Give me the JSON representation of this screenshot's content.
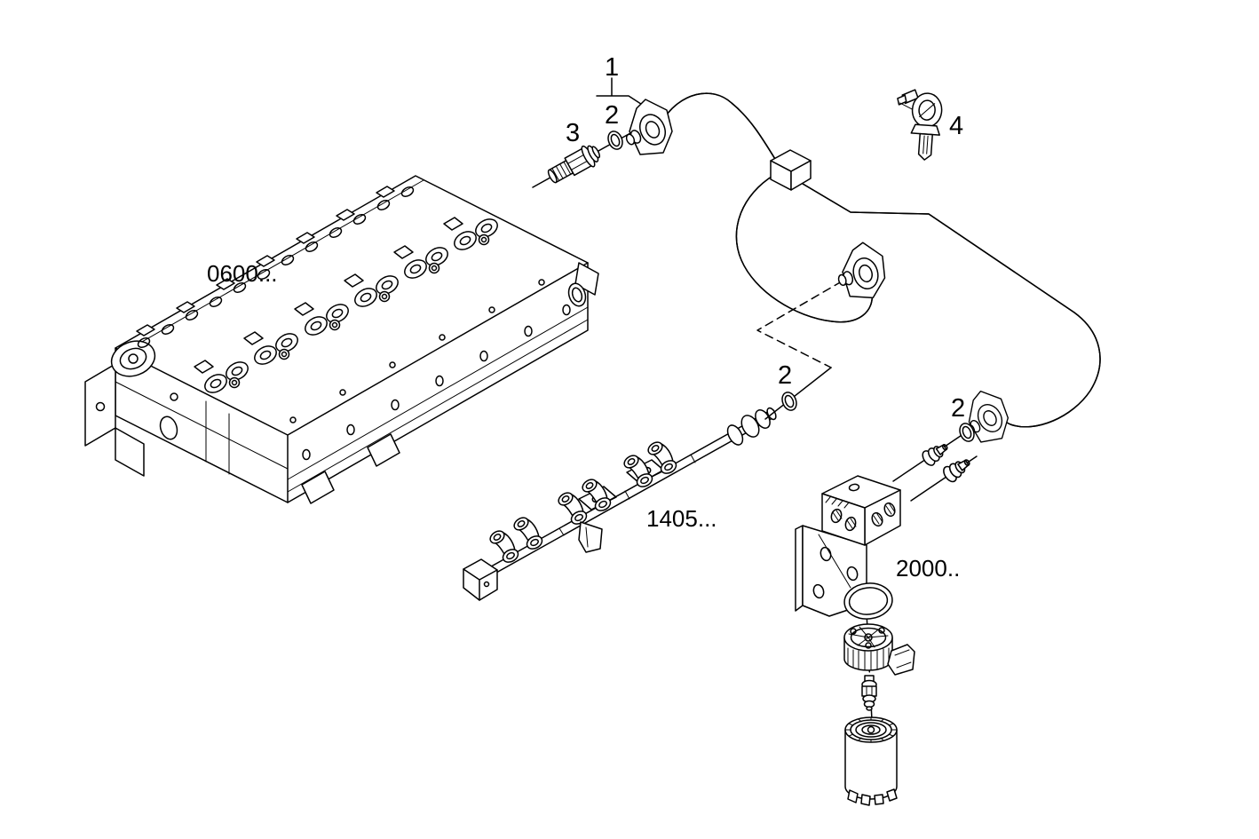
{
  "diagram": {
    "background_color": "#ffffff",
    "line_color": "#000000",
    "callouts": {
      "c1": "1",
      "c2_top": "2",
      "c3": "3",
      "c4": "4",
      "c2_mid": "2",
      "c2_right": "2"
    },
    "group_labels": {
      "cylinder_head": "0600...",
      "fuel_rail": "1405...",
      "fuel_filter": "2000.."
    }
  }
}
